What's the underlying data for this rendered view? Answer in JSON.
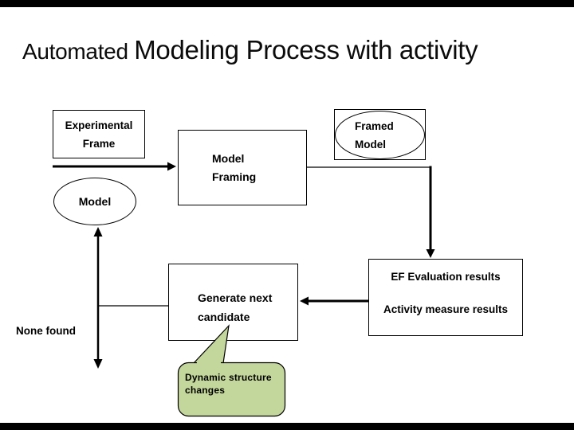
{
  "slide": {
    "title_part1": "Automated ",
    "title_part2": "Modeling Process with activity"
  },
  "colors": {
    "stroke": "#000000",
    "box_fill": "#ffffff",
    "callout_fill": "#c3d69b",
    "background": "#ffffff",
    "letterbox": "#000000"
  },
  "nodes": {
    "experimental_frame": {
      "line1": "Experimental",
      "line2": "Frame"
    },
    "model_framing": {
      "line1": "Model",
      "line2": "Framing"
    },
    "framed_model": {
      "line1": "Framed",
      "line2": "Model"
    },
    "model": {
      "label": "Model"
    },
    "ef_results": {
      "line1": "EF Evaluation results",
      "line2": "Activity measure results"
    },
    "generate_candidate": {
      "line1": "Generate next",
      "line2": "candidate"
    },
    "callout": {
      "line1": "Dynamic structure",
      "line2": "changes"
    }
  },
  "labels": {
    "none_found": "None found"
  }
}
